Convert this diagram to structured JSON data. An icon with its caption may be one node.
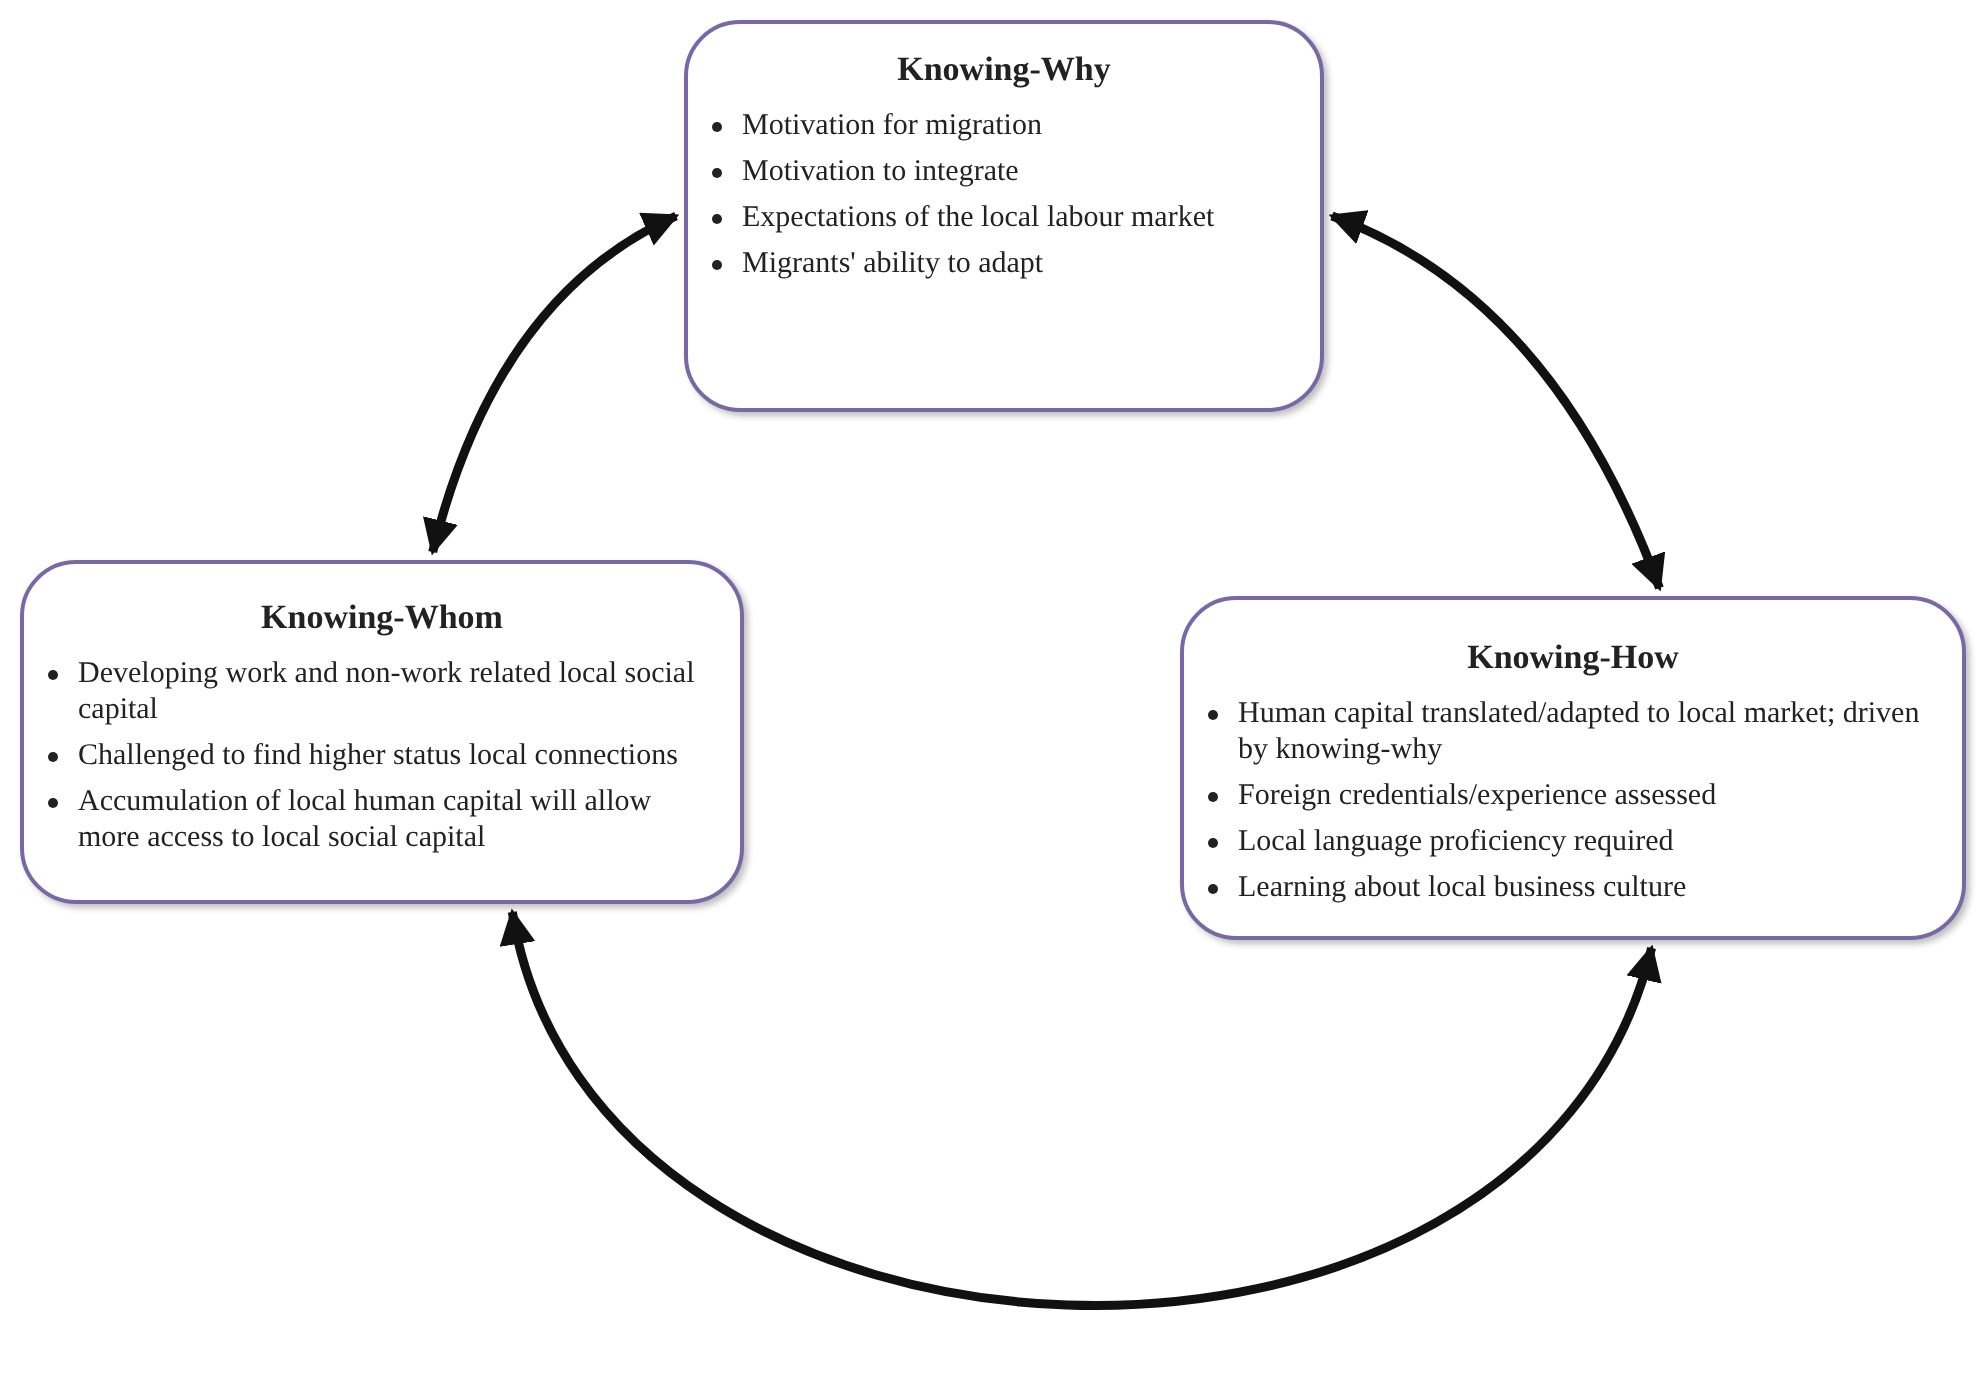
{
  "diagram": {
    "nodes": [
      {
        "text": [
          "Knowing-Why",
          "Motivation for migration",
          "Motivation to integrate",
          "Expectations of the local labour market",
          "Migrants' ability to adapt"
        ]
      },
      {
        "text": [
          "Knowing-Whom",
          "Developing work and non-work related local social capital",
          "Challenged to find higher status local connections",
          "Accumulation of local human capital will allow more access to local social capital"
        ]
      },
      {
        "text": [
          "Knowing-How",
          "Human capital translated/adapted to local market; driven by knowing-why",
          "Foreign credentials/experience assessed",
          "Local language proficiency required",
          "Learning about local business culture"
        ]
      }
    ],
    "edges": [
      {
        "from": 0,
        "to": 1,
        "arrow": "both"
      },
      {
        "from": 0,
        "to": 2,
        "arrow": "both"
      },
      {
        "from": 1,
        "to": 2,
        "arrow": "both"
      }
    ]
  }
}
